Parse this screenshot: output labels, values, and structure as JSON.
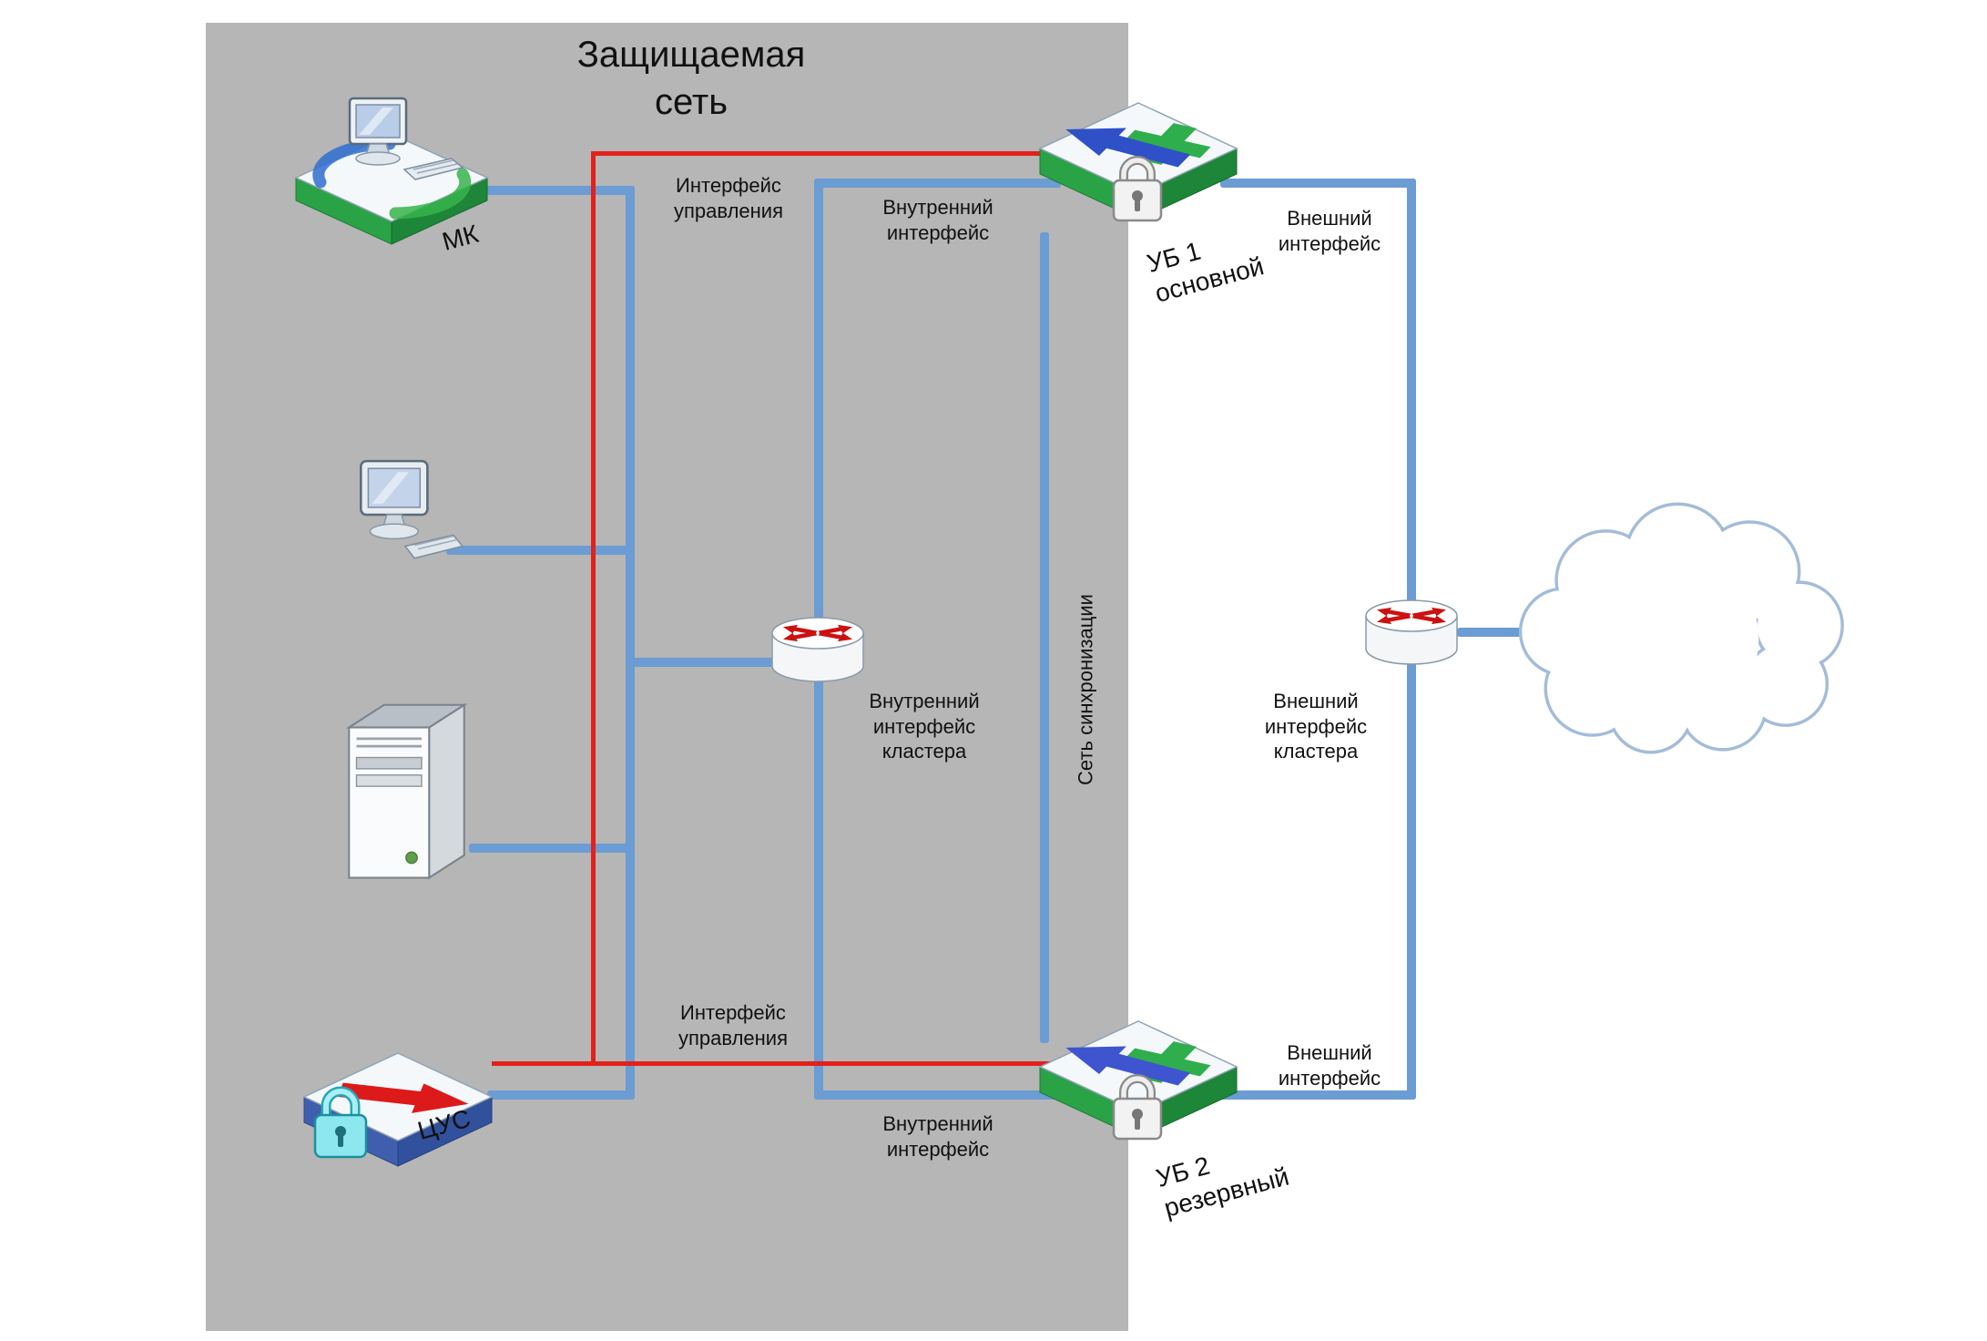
{
  "title": "Защищаемая сеть",
  "nodes": {
    "mk": "МК",
    "cus": "ЦУС",
    "ub1": "УБ 1 основной",
    "ub2": "УБ 2 резервный"
  },
  "labels": {
    "management_top": "Интерфейс управления",
    "internal_top": "Внутренний интерфейс",
    "external_top": "Внешний интерфейс",
    "cluster_internal": "Внутренний интерфейс кластера",
    "cluster_external": "Внешний интерфейс кластера",
    "sync_network": "Сеть синхронизации",
    "management_bottom": "Интерфейс управления",
    "internal_bottom": "Внутренний интерфейс",
    "external_bottom": "Внешний интерфейс"
  },
  "colors": {
    "protected_bg": "#b6b6b6",
    "link_blue": "#6b9cd3",
    "link_red": "#e3201b",
    "device_green": "#2aa347",
    "cloud_stroke": "#a3bcd9"
  }
}
